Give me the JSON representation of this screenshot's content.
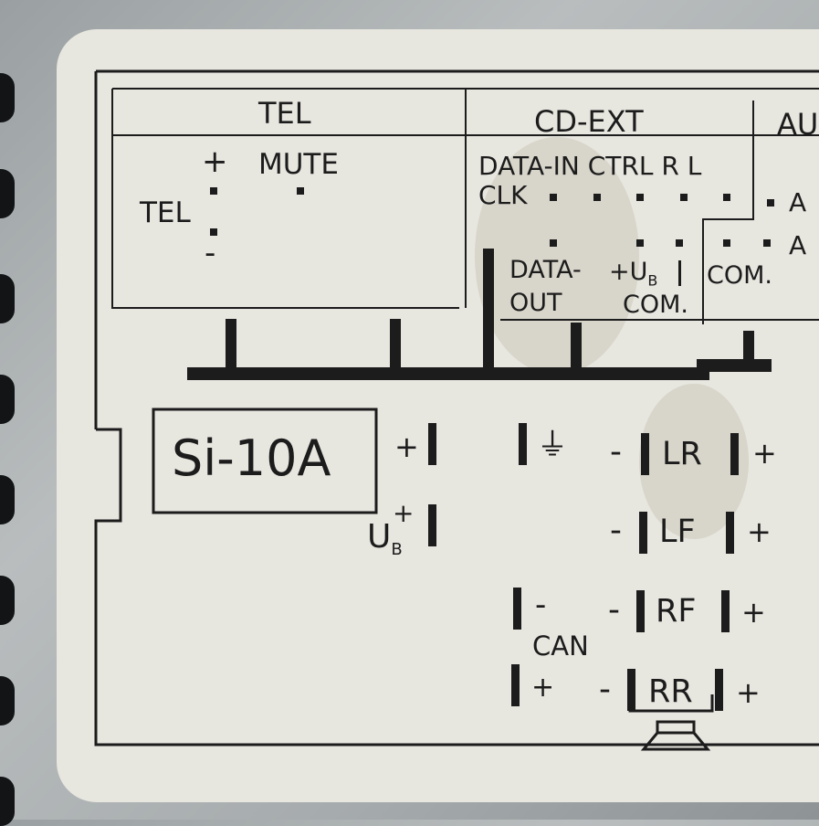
{
  "tel": {
    "header": "TEL",
    "plus": "+",
    "mute": "MUTE",
    "tel": "TEL",
    "minus": "-"
  },
  "cdext": {
    "header": "CD-EXT",
    "row1": "DATA-IN  CTRL R  L",
    "clk": "CLK",
    "data_out_1": "DATA-",
    "data_out_2": "OUT",
    "ub": "+U",
    "ub_sub": "B",
    "com1": "COM.",
    "com2": "COM."
  },
  "au": {
    "header": "AU",
    "a1": "A",
    "a2": "A"
  },
  "model": "Si-10A",
  "power": {
    "plus": "+",
    "ub_plus": "+",
    "ub": "U",
    "ub_sub": "B",
    "ground": "⏚"
  },
  "speakers": [
    {
      "label": "LR",
      "minus": "-",
      "plus": "+"
    },
    {
      "label": "LF",
      "minus": "-",
      "plus": "+"
    },
    {
      "label": "RF",
      "minus": "-",
      "plus": "+"
    },
    {
      "label": "RR",
      "minus": "-",
      "plus": "+"
    }
  ],
  "can": {
    "label": "CAN",
    "minus": "-",
    "plus": "+"
  }
}
